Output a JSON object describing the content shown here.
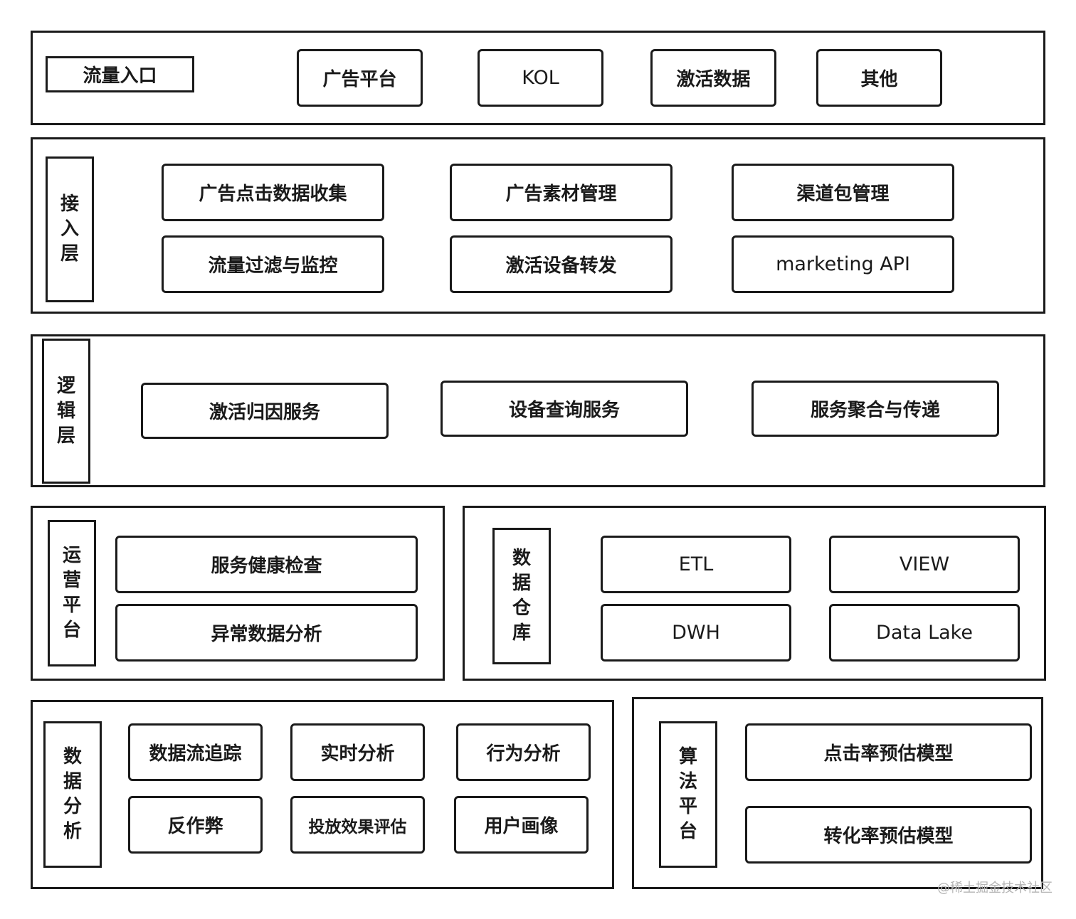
{
  "traffic_entry": {
    "label": "流量入口",
    "items": [
      "广告平台",
      "KOL",
      "激活数据",
      "其他"
    ]
  },
  "access_layer": {
    "label": "接入层",
    "items": [
      "广告点击数据收集",
      "广告素材管理",
      "渠道包管理",
      "流量过滤与监控",
      "激活设备转发",
      "marketing API"
    ]
  },
  "logic_layer": {
    "label": "逻辑层",
    "items": [
      "激活归因服务",
      "设备查询服务",
      "服务聚合与传递"
    ]
  },
  "ops_platform": {
    "label": "运营平台",
    "items": [
      "服务健康检查",
      "异常数据分析"
    ]
  },
  "data_warehouse": {
    "label": "数据仓库",
    "items": [
      "ETL",
      "VIEW",
      "DWH",
      "Data Lake"
    ]
  },
  "data_analysis": {
    "label": "数据分析",
    "items": [
      "数据流追踪",
      "实时分析",
      "行为分析",
      "反作弊",
      "投放效果评估",
      "用户画像"
    ]
  },
  "algo_platform": {
    "label": "算法平台",
    "items": [
      "点击率预估模型",
      "转化率预估模型"
    ]
  },
  "watermark": "@稀土掘金技术社区"
}
